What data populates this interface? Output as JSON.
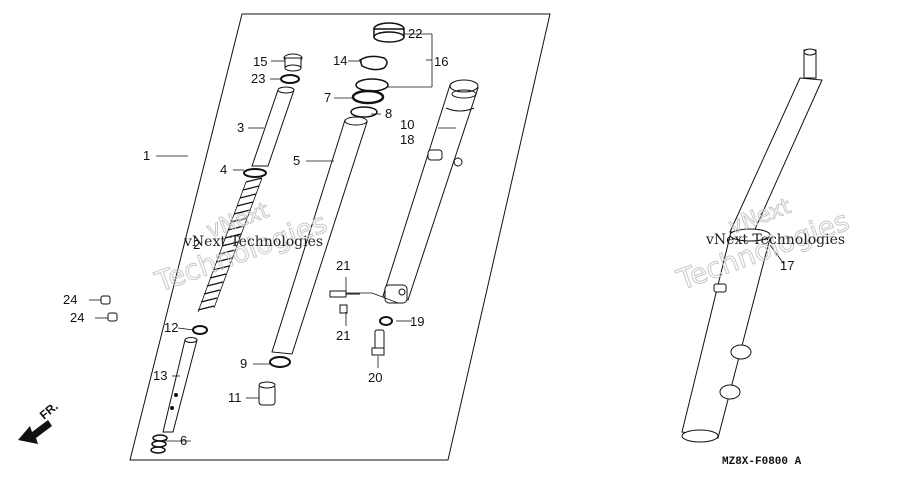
{
  "diagram_code": "MZ8X-F0800 A",
  "direction_label": "FR.",
  "watermarks": [
    {
      "small": "vNext Technologies",
      "big": "Technologies",
      "big_top": "vNext"
    },
    {
      "small": "vNext Technologies",
      "big": "Technologies",
      "big_top": "vNext"
    }
  ],
  "callouts": {
    "c1": "1",
    "c2": "2",
    "c3": "3",
    "c4": "4",
    "c5": "5",
    "c6": "6",
    "c7": "7",
    "c8": "8",
    "c9": "9",
    "c10": "10",
    "c11": "11",
    "c12": "12",
    "c13": "13",
    "c14": "14",
    "c15": "15",
    "c16": "16",
    "c17": "17",
    "c18": "18",
    "c19": "19",
    "c20": "20",
    "c21a": "21",
    "c21b": "21",
    "c22": "22",
    "c23": "23",
    "c24a": "24",
    "c24b": "24"
  }
}
